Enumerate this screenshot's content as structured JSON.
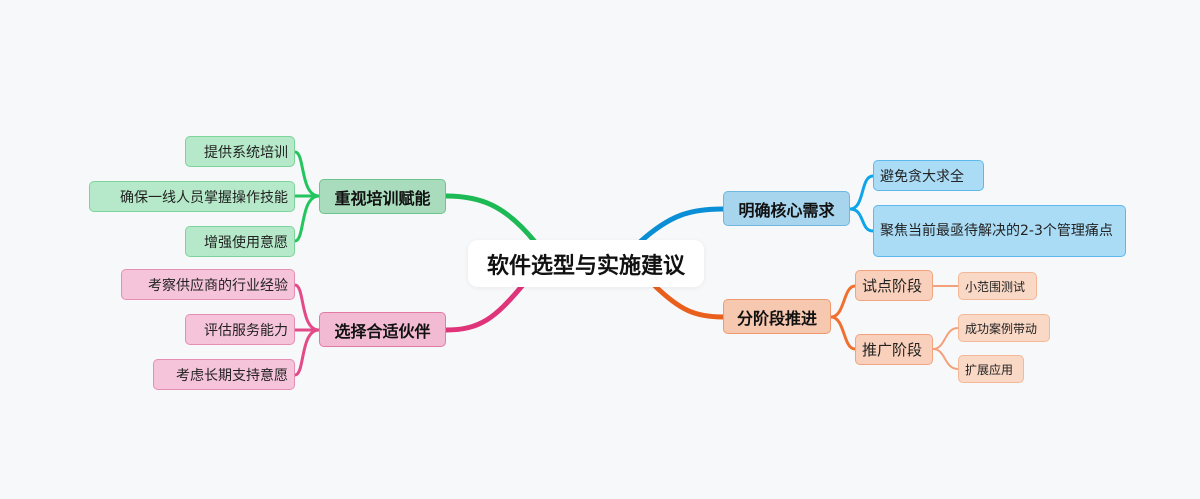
{
  "root": "软件选型与实施建议",
  "branches": [
    {
      "label": "重视培训赋能",
      "color": "#1db954",
      "children": [
        "提供系统培训",
        "确保一线人员掌握操作技能",
        "增强使用意愿"
      ]
    },
    {
      "label": "选择合适伙伴",
      "color": "#df3479",
      "children": [
        "考察供应商的行业经验",
        "评估服务能力",
        "考虑长期支持意愿"
      ]
    },
    {
      "label": "明确核心需求",
      "color": "#0a8fd6",
      "children": [
        "避免贪大求全",
        "聚焦当前最亟待解决的2-3个管理痛点"
      ]
    },
    {
      "label": "分阶段推进",
      "color": "#e8601c",
      "children": [
        {
          "label": "试点阶段",
          "children": [
            "小范围测试"
          ]
        },
        {
          "label": "推广阶段",
          "children": [
            "成功案例带动",
            "扩展应用"
          ]
        }
      ]
    }
  ]
}
